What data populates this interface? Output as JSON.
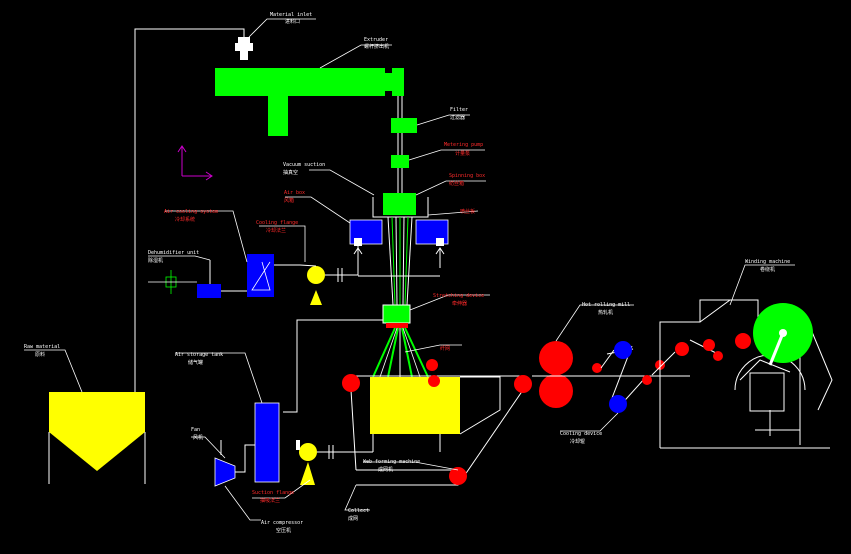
{
  "colors": {
    "background": "#000000",
    "line": "#ffffff",
    "equipment_green": "#00ff00",
    "equipment_blue": "#0000ff",
    "equipment_yellow": "#ffff00",
    "roll_red": "#ff0000",
    "label_red": "#ff2a2a",
    "axis_magenta": "#cc00cc"
  },
  "labels": {
    "material_inlet": {
      "text": "Material inlet",
      "sub": "进料口"
    },
    "extruder": {
      "text": "Extruder",
      "sub": "螺杆挤出机"
    },
    "filter": {
      "text": "Filter",
      "sub": "过滤器"
    },
    "metering_pump": {
      "text": "Metering pump",
      "sub": "计量泵"
    },
    "spinning_box": {
      "text": "Spinning box",
      "sub": "纺丝箱"
    },
    "vacuum_suction": {
      "text": "Vacuum suction",
      "sub": "抽真空"
    },
    "die": {
      "text": "",
      "sub": "喷丝板"
    },
    "air_box": {
      "text": "Air box",
      "sub": "风箱"
    },
    "air_cooling_system": {
      "text": "Air cooling system",
      "sub": "冷却系统"
    },
    "cooling_flange": {
      "text": "Cooling flange",
      "sub": "冷却法兰"
    },
    "dehumidifier_unit": {
      "text": "Dehumidifier unit",
      "sub": "除湿机"
    },
    "stretching_device": {
      "text": "Stretching device",
      "sub": "牵伸器"
    },
    "web_fiber": {
      "text": "纤网",
      "sub": ""
    },
    "raw_material": {
      "text": "Raw material",
      "sub": "原料"
    },
    "air_storage_tank": {
      "text": "Air storage tank",
      "sub": "储气罐"
    },
    "fan": {
      "text": "Fan",
      "sub": "风机"
    },
    "suction_flange": {
      "text": "Suction flange",
      "sub": "抽吸法兰"
    },
    "air_compressor": {
      "text": "Air compressor",
      "sub": "空压机"
    },
    "collector": {
      "text": "Collect",
      "sub": "成网"
    },
    "web_forming_machine": {
      "text": "Web forming machine",
      "sub": "成网机"
    },
    "hot_rolling_mill": {
      "text": "Hot rolling mill",
      "sub": "热轧机"
    },
    "cooling_device": {
      "text": "Cooling device",
      "sub": "冷却辊"
    },
    "winding_machine": {
      "text": "Winding machine",
      "sub": "卷绕机"
    }
  },
  "axis_icon": "xy-axis-icon"
}
